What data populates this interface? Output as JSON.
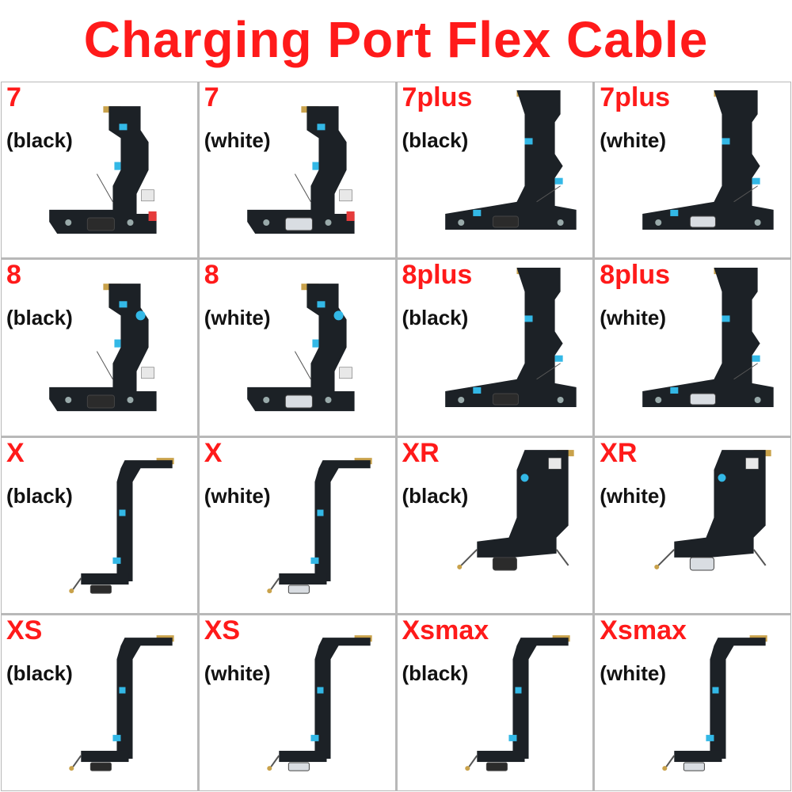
{
  "title": "Charging Port Flex Cable",
  "colors": {
    "title": "#ff1a1a",
    "flex": "#1c2126",
    "connector_black": "#2b2b2b",
    "connector_white": "#d9dde2",
    "blue_tab": "#33b8e6",
    "red_tab": "#e63b3b",
    "gold": "#c9a24b"
  },
  "cells": [
    {
      "model": "7",
      "variant": "(black)",
      "shape": "seven",
      "port": "black"
    },
    {
      "model": "7",
      "variant": "(white)",
      "shape": "seven",
      "port": "white"
    },
    {
      "model": "7plus",
      "variant": "(black)",
      "shape": "sevenplus",
      "port": "black"
    },
    {
      "model": "7plus",
      "variant": "(white)",
      "shape": "sevenplus",
      "port": "white"
    },
    {
      "model": "8",
      "variant": "(black)",
      "shape": "eight",
      "port": "black"
    },
    {
      "model": "8",
      "variant": "(white)",
      "shape": "eight",
      "port": "white"
    },
    {
      "model": "8plus",
      "variant": "(black)",
      "shape": "eightplus",
      "port": "black"
    },
    {
      "model": "8plus",
      "variant": "(white)",
      "shape": "eightplus",
      "port": "white"
    },
    {
      "model": "X",
      "variant": "(black)",
      "shape": "x",
      "port": "black"
    },
    {
      "model": "X",
      "variant": "(white)",
      "shape": "x",
      "port": "white"
    },
    {
      "model": "XR",
      "variant": "(black)",
      "shape": "xr",
      "port": "black"
    },
    {
      "model": "XR",
      "variant": "(white)",
      "shape": "xr",
      "port": "white"
    },
    {
      "model": "XS",
      "variant": "(black)",
      "shape": "xs",
      "port": "black"
    },
    {
      "model": "XS",
      "variant": "(white)",
      "shape": "xs",
      "port": "white"
    },
    {
      "model": "Xsmax",
      "variant": "(black)",
      "shape": "xs",
      "port": "black"
    },
    {
      "model": "Xsmax",
      "variant": "(white)",
      "shape": "xs",
      "port": "white"
    }
  ]
}
